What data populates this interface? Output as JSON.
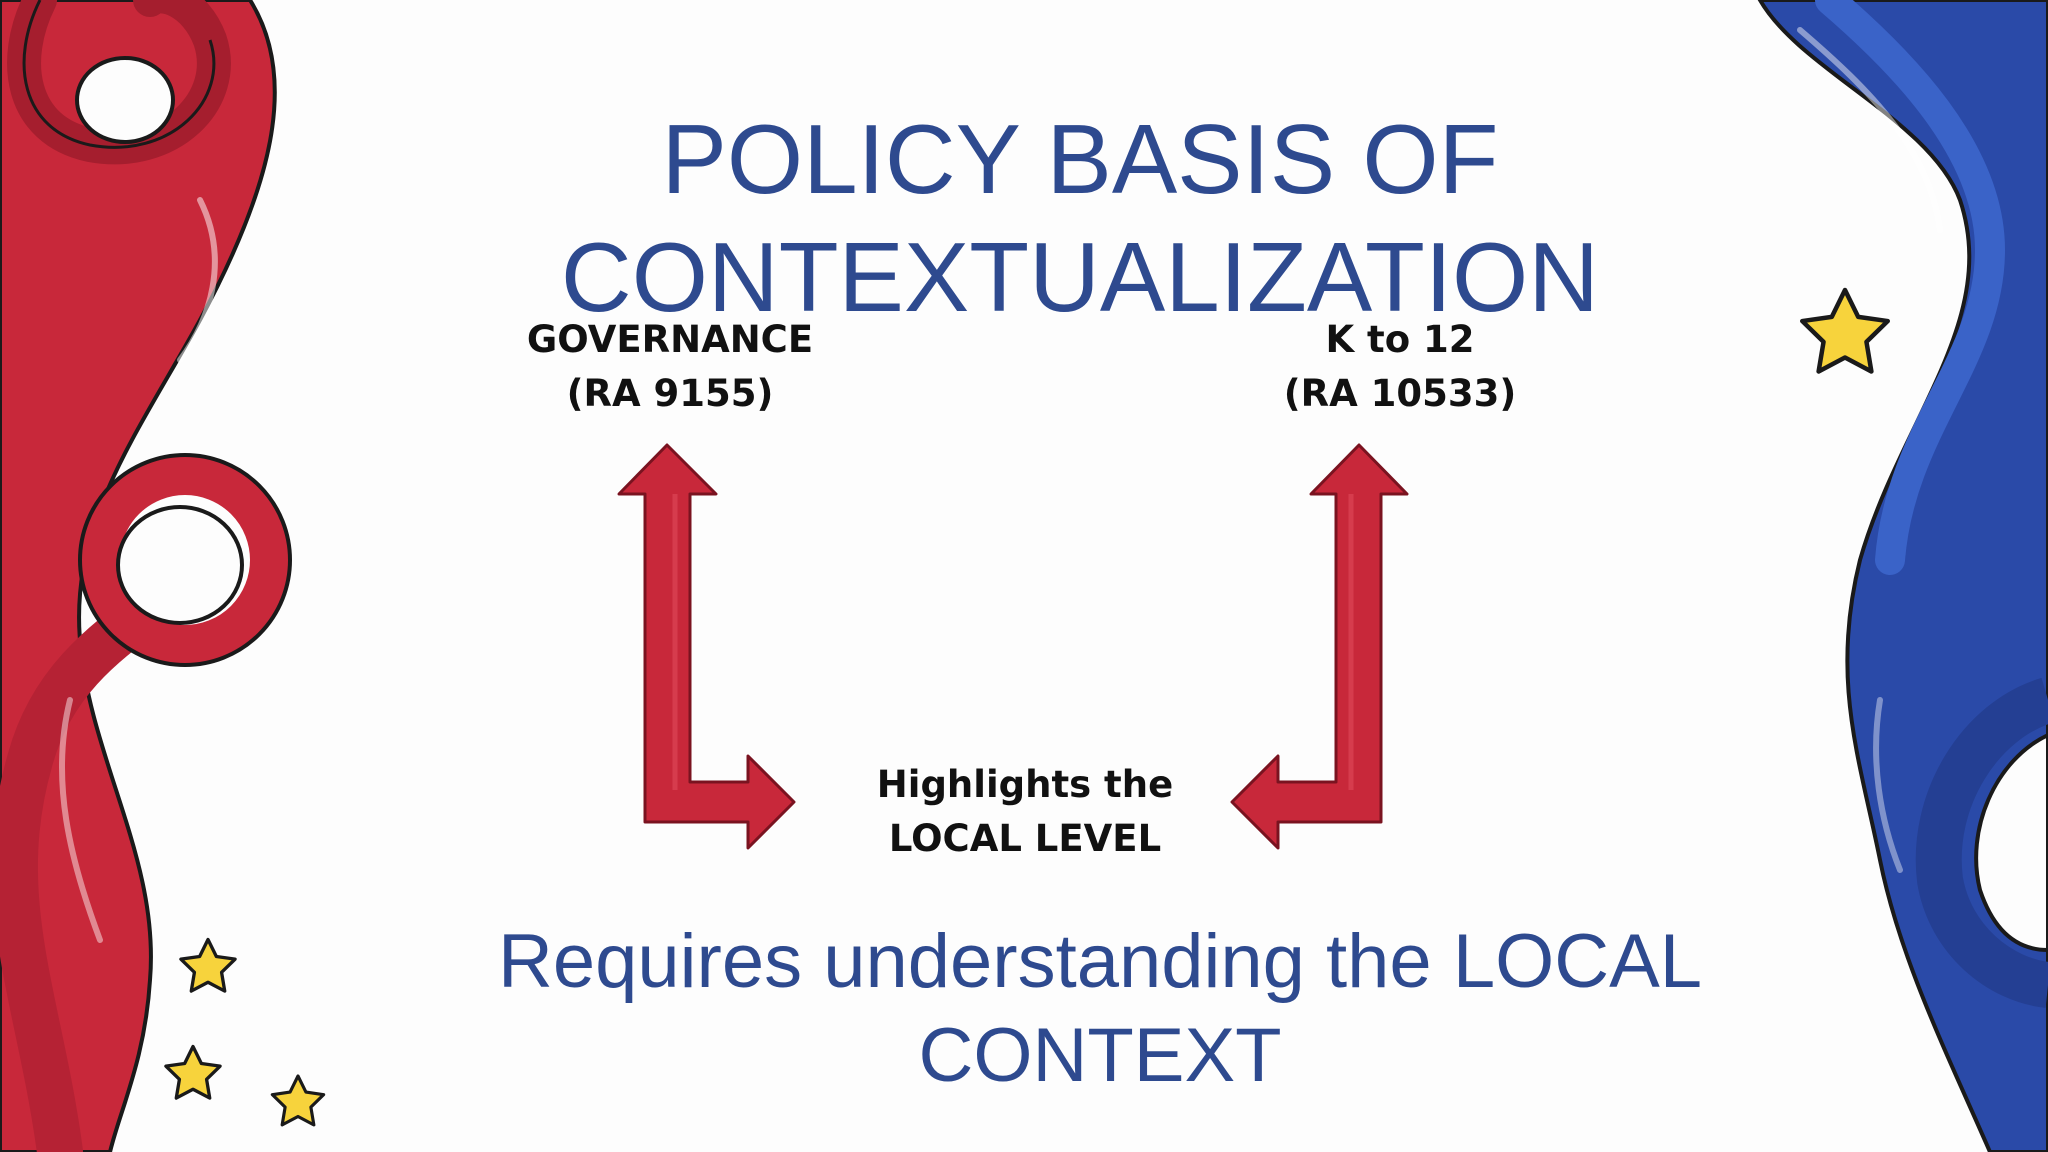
{
  "slide": {
    "title": {
      "line1": "POLICY BASIS OF",
      "line2": "CONTEXTUALIZATION"
    },
    "governance": {
      "line1": "GOVERNANCE",
      "line2": "(RA 9155)"
    },
    "k12": {
      "line1": "K to 12",
      "line2": "(RA 10533)"
    },
    "center": {
      "line1": "Highlights the",
      "line2": "LOCAL LEVEL"
    },
    "footer": {
      "line1": "Requires understanding the LOCAL",
      "line2": "CONTEXT"
    }
  },
  "colors": {
    "title_blue": "#2e4a8f",
    "ribbon_red": "#c8283a",
    "ribbon_blue": "#2a4aa8",
    "arrow_red": "#c8283a",
    "star_yellow": "#f7d33c"
  },
  "icons": [
    "red-ribbon-decoration",
    "blue-ribbon-decoration",
    "star-icon",
    "up-right-arrow-icon",
    "up-left-arrow-icon"
  ]
}
